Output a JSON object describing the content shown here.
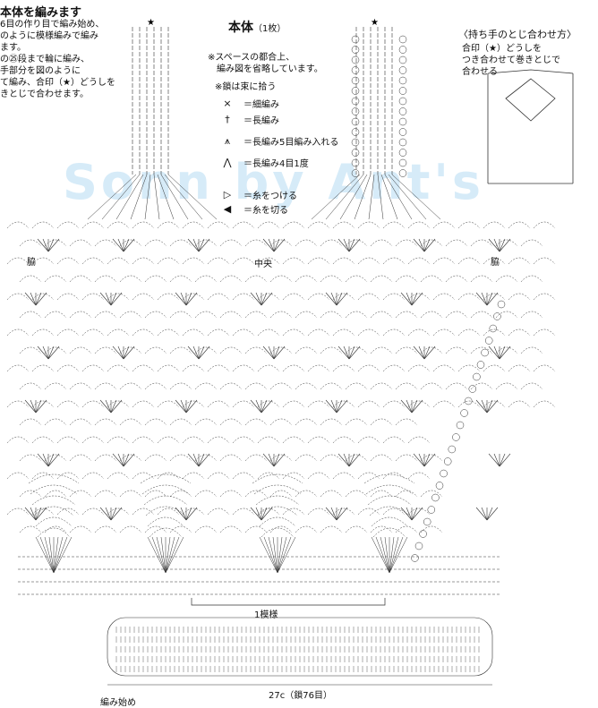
{
  "left_text": {
    "heading": "本体を編みます",
    "lines": [
      "6目の作り目で編み始め、",
      "のように模様編みで編み",
      "ます。",
      "の㉕段まで輪に編み、",
      "手部分を図のように",
      "て編み、合印（★）どうしを",
      "きとじで合わせます。"
    ]
  },
  "center": {
    "title": "本体",
    "count": "（1枚）",
    "note_lines": [
      "※スペースの都合上、",
      "編み図を省略しています。"
    ],
    "legend": [
      {
        "icon": "bundle-icon",
        "text": "※鎖は束に拾う"
      },
      {
        "icon": "cross-icon",
        "symbol": "×",
        "text": "＝細編み"
      },
      {
        "icon": "dc-icon",
        "symbol": "†",
        "text": "＝長編み"
      },
      {
        "icon": "fan5-icon",
        "symbol": "⩚",
        "text": "＝長編み5目編み入れる"
      },
      {
        "icon": "dc4tog-icon",
        "symbol": "⋀",
        "text": "＝長編み4目1度"
      },
      {
        "icon": "join-yarn-icon",
        "symbol": "▷",
        "text": "＝糸をつける"
      },
      {
        "icon": "cut-yarn-icon",
        "symbol": "◀",
        "text": "＝糸を切る"
      }
    ]
  },
  "right_box": {
    "title": "〈持ち手のとじ合わせ方〉",
    "lines": [
      "合印（★）どうしを",
      "つき合わせて巻きとじで",
      "合わせる"
    ]
  },
  "watermark": "Sonn by Ant's",
  "labels": {
    "side_left": "脇",
    "center": "中央",
    "side_right": "脇",
    "repeat": "1模様",
    "width": "27c（鎖76目）",
    "start": "編み始め"
  }
}
